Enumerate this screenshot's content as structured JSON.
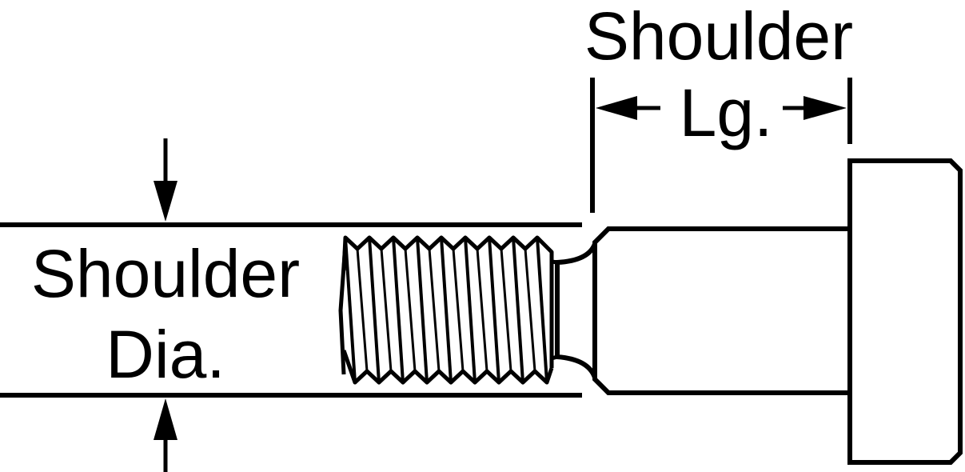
{
  "labels": {
    "shoulder_length_line1": "Shoulder",
    "shoulder_length_line2": "Lg.",
    "shoulder_diameter_line1": "Shoulder",
    "shoulder_diameter_line2": "Dia."
  },
  "colors": {
    "ink": "#000000",
    "background": "#ffffff"
  }
}
